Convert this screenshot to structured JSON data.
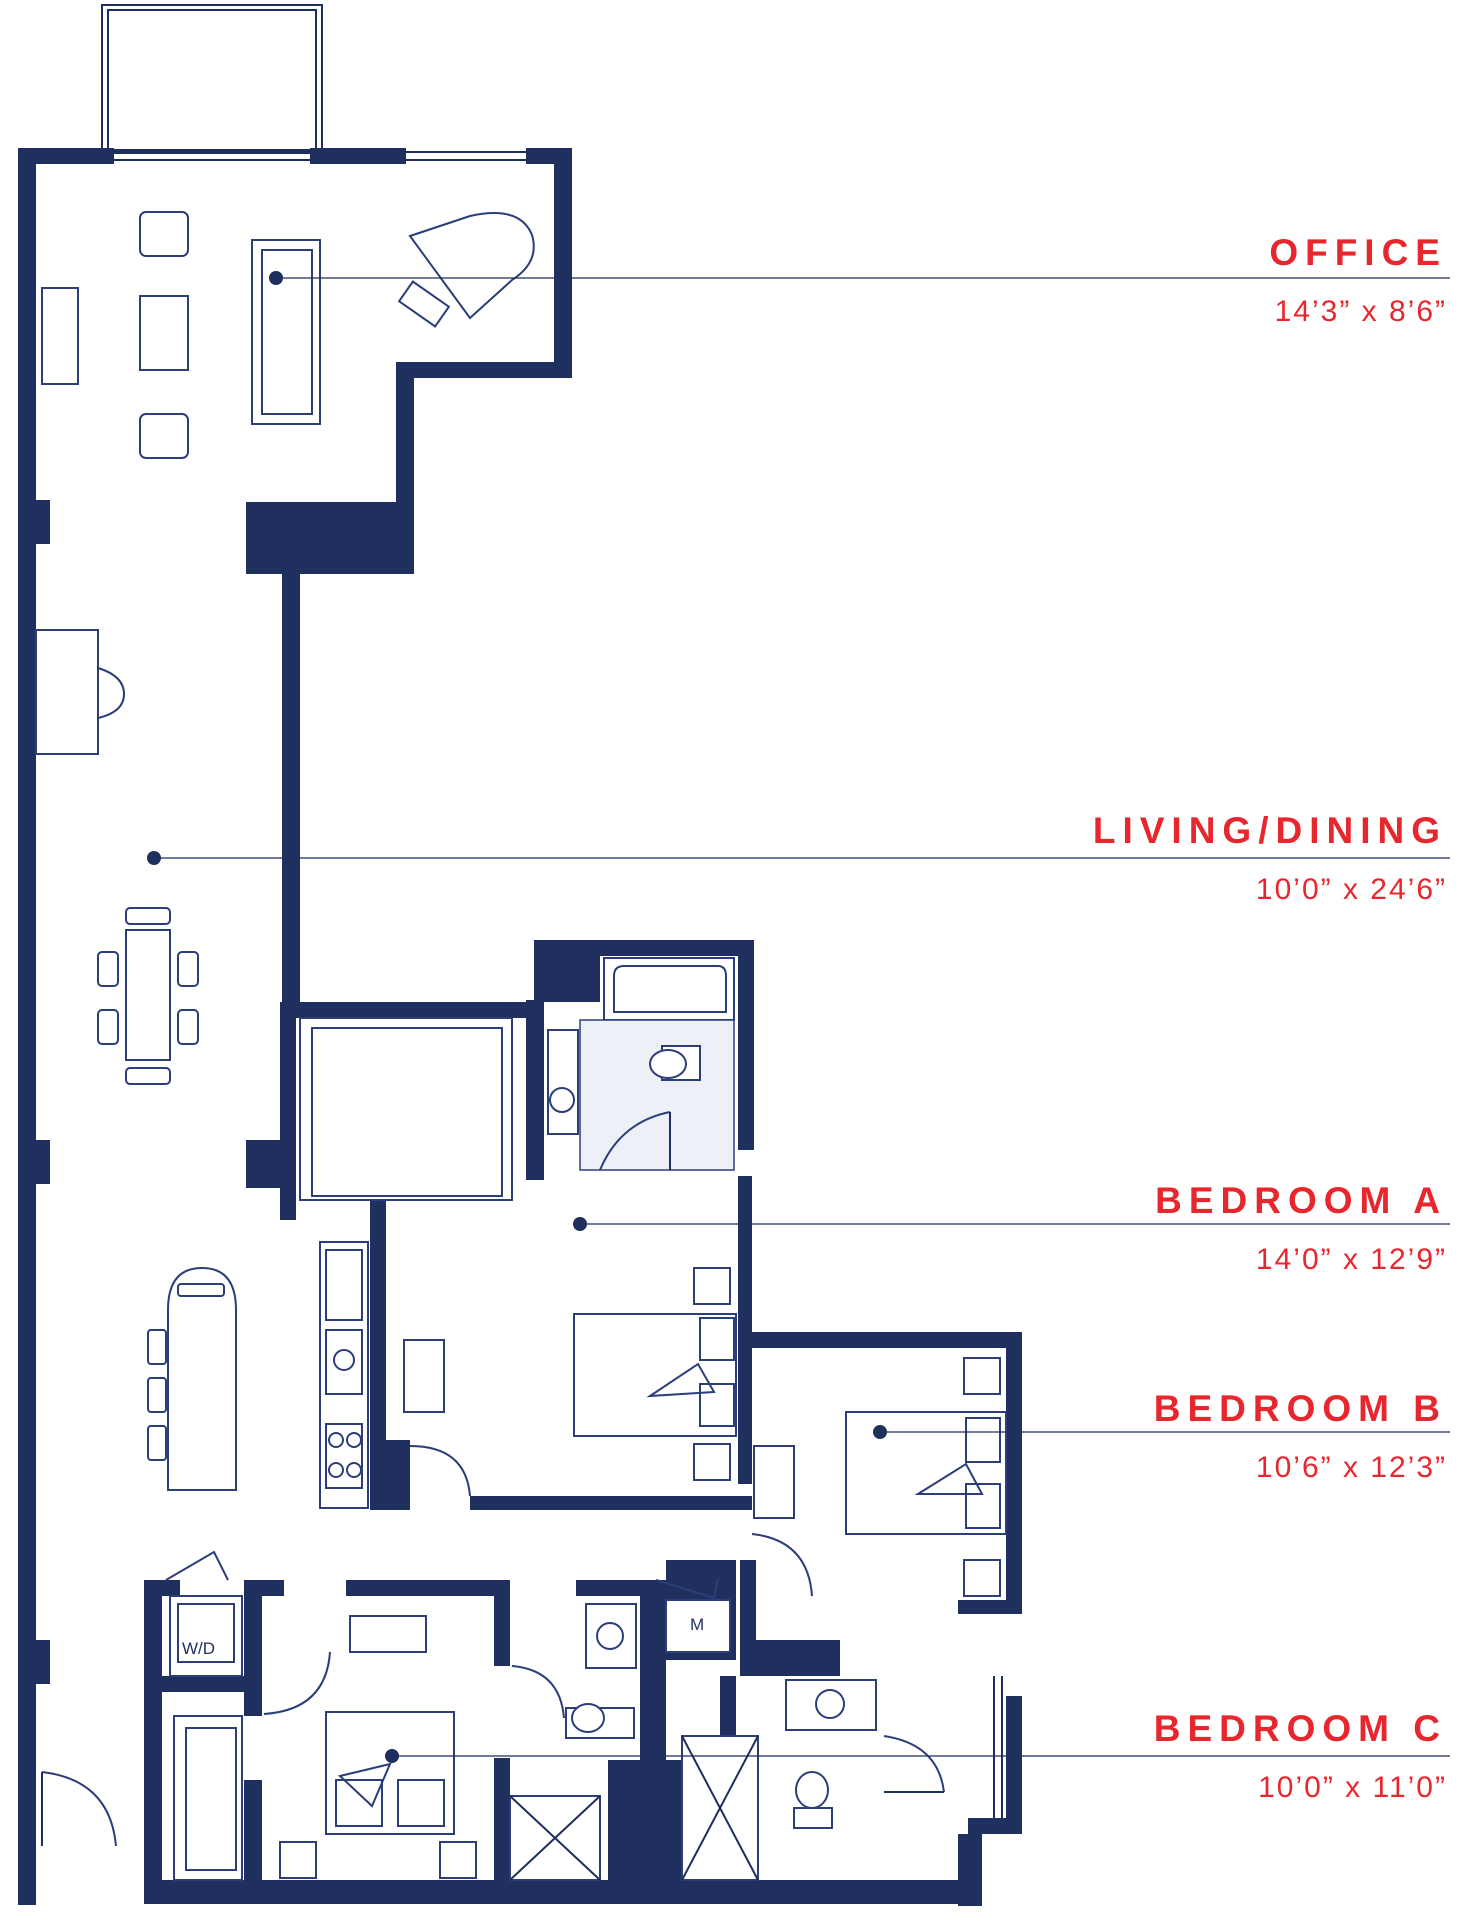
{
  "rooms": [
    {
      "name": "OFFICE",
      "dims": "14’3” x 8’6”"
    },
    {
      "name": "LIVING/DINING",
      "dims": "10’0” x 24’6”"
    },
    {
      "name": "BEDROOM A",
      "dims": "14’0” x 12’9”"
    },
    {
      "name": "BEDROOM B",
      "dims": "10’6” x 12’3”"
    },
    {
      "name": "BEDROOM C",
      "dims": "10’0” x 11’0”"
    }
  ],
  "fixture_labels": {
    "washer_dryer": "W/D",
    "mechanical": "M"
  },
  "colors": {
    "wall": "#1f2f5e",
    "label": "#e8262d",
    "background": "#ffffff"
  }
}
